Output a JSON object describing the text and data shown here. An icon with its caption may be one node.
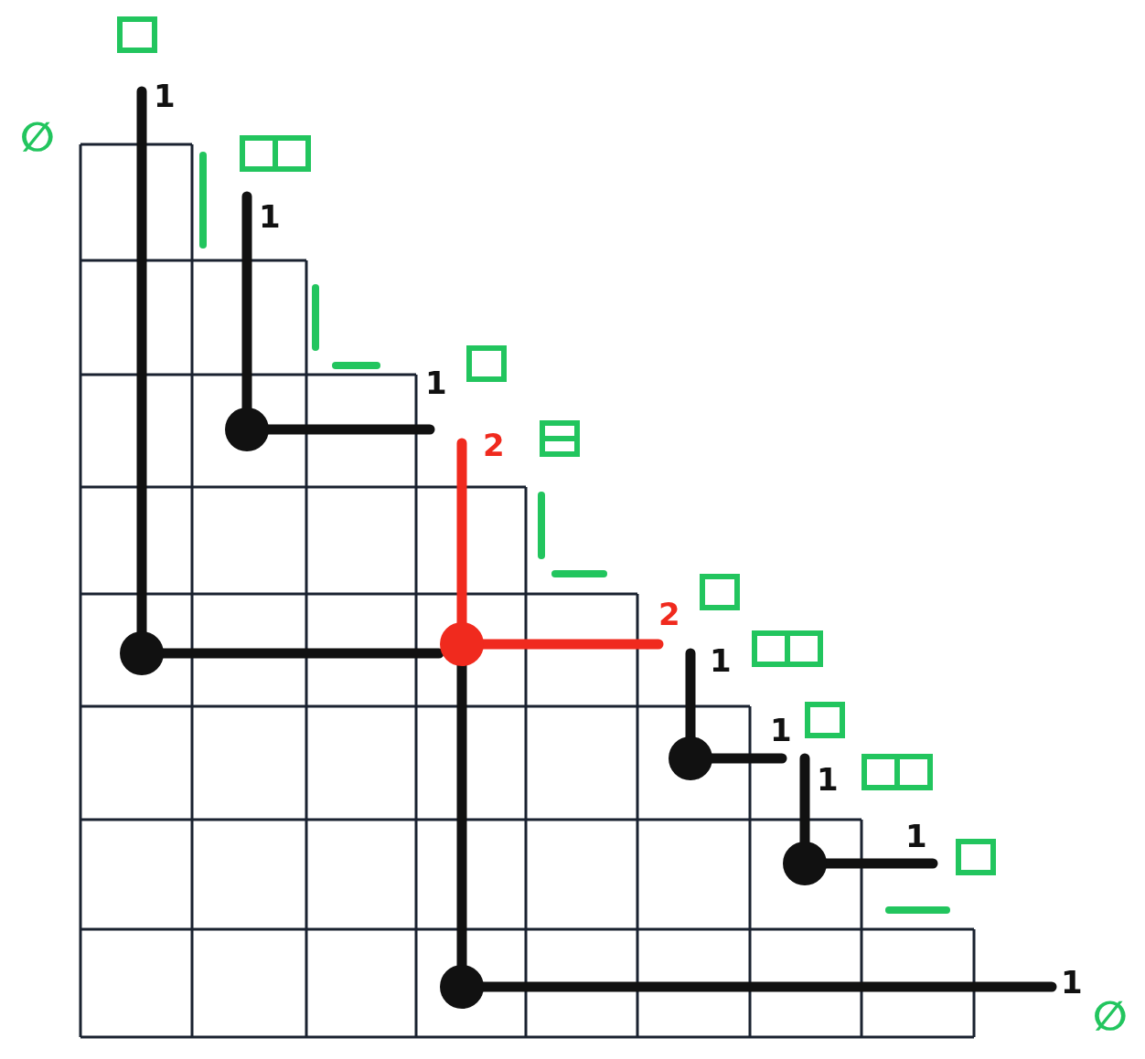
{
  "diagram": {
    "labels": [
      "∅",
      "1",
      "1",
      "1",
      "2",
      "2",
      "1",
      "1",
      "1",
      "1",
      "1",
      "∅"
    ]
  }
}
